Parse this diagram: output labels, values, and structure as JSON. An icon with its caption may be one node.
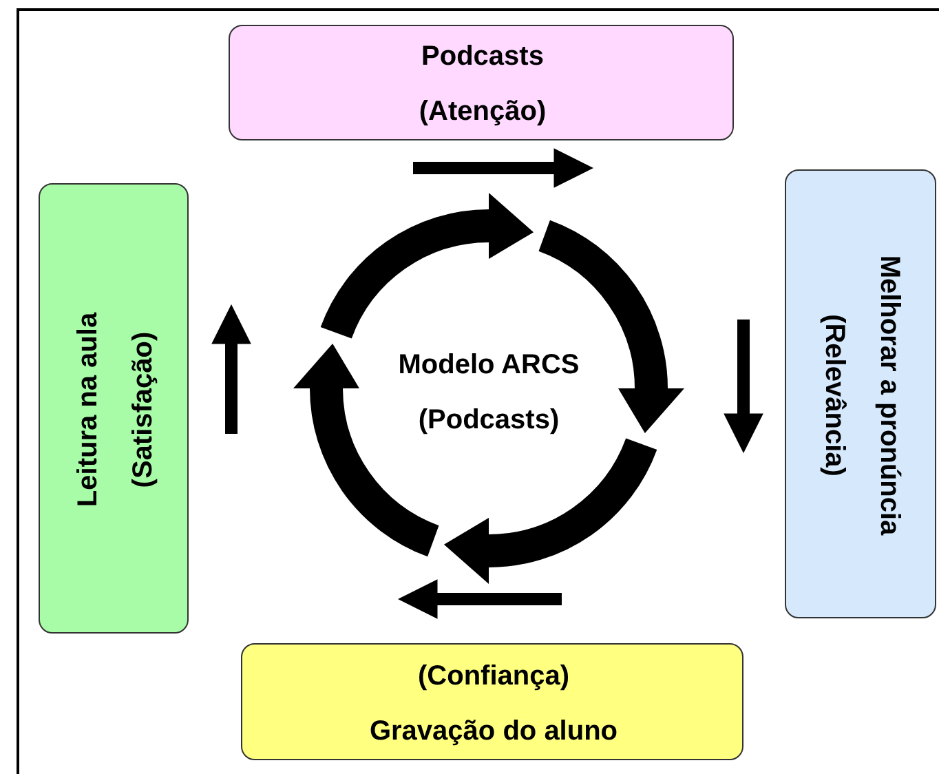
{
  "diagram": {
    "nodes": [
      {
        "text": [
          "Podcasts",
          "(Atenção)"
        ]
      },
      {
        "text": [
          "Melhorar a pronúncia",
          "(Relevância)"
        ]
      },
      {
        "text": [
          "(Confiança)",
          "Gravação do aluno"
        ]
      },
      {
        "text": [
          "Leitura na aula",
          "(Satisfação)"
        ]
      },
      {
        "text": [
          "Modelo ARCS",
          "(Podcasts)"
        ]
      }
    ]
  }
}
